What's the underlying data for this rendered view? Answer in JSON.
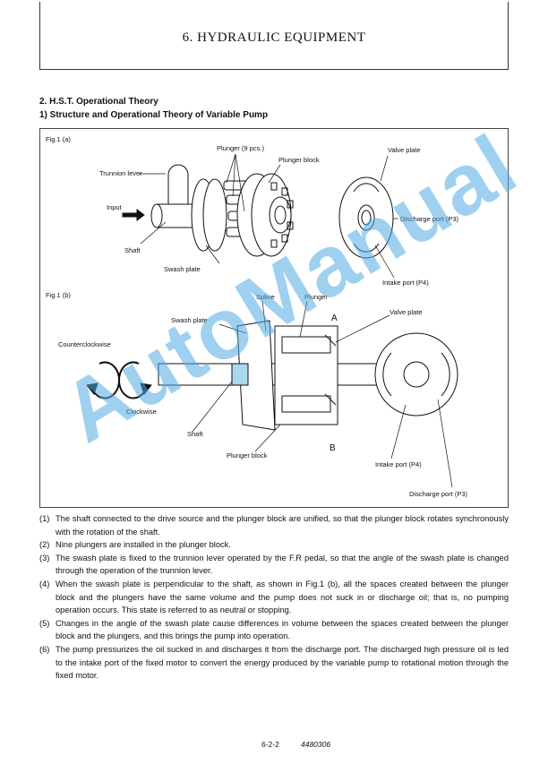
{
  "header": {
    "title": "6. HYDRAULIC EQUIPMENT"
  },
  "section": {
    "title": "2.  H.S.T. Operational Theory",
    "subtitle": "1)  Structure and Operational Theory of Variable Pump"
  },
  "figure_a": {
    "caption": "Fig.1 (a)",
    "labels": {
      "plunger": "Plunger (9 pcs.)",
      "plunger_block": "Plunger block",
      "valve_plate": "Valve plate",
      "trunnion_lever": "Trunnion lever",
      "input": "Input",
      "shaft": "Shaft",
      "swash_plate": "Swash plate",
      "discharge_port": "Discharge port (P3)",
      "intake_port": "Intake port (P4)"
    }
  },
  "figure_b": {
    "caption": "Fig.1 (b)",
    "labels": {
      "spline": "Spline",
      "plunger": "Plunger",
      "swash_plate": "Swash plate",
      "valve_plate": "Valve plate",
      "a": "A",
      "b": "B",
      "counterclockwise": "Counterclockwise",
      "clockwise": "Clockwise",
      "shaft": "Shaft",
      "plunger_block": "Plunger block",
      "intake_port": "Intake port (P4)",
      "discharge_port": "Discharge port (P3)"
    }
  },
  "watermark": "AutoManual",
  "notes": [
    {
      "num": "(1)",
      "text": "The shaft connected to the drive source and the plunger block are unified, so that the plunger block rotates synchronously with the rotation of the shaft."
    },
    {
      "num": "(2)",
      "text": "Nine plungers are installed in the plunger block."
    },
    {
      "num": "(3)",
      "text": "The swash plate is fixed to the trunnion lever operated by the F.R pedal, so that the angle of the swash plate is changed through the operation of the trunnion lever."
    },
    {
      "num": "(4)",
      "text": "When the swash plate is perpendicular to the shaft, as shown in Fig.1 (b), all the spaces created between the plunger block and the plungers have the same volume and the pump does not suck in or discharge oil; that is, no pumping operation occurs. This state is referred to as neutral or stopping."
    },
    {
      "num": "(5)",
      "text": "Changes in the angle of the swash plate cause differences in volume between the spaces created between the plunger block and the plungers, and this brings the pump into operation."
    },
    {
      "num": "(6)",
      "text": "The pump pressurizes the oil sucked in and discharges it from the discharge port. The discharged high pressure oil is led to the intake port of the fixed motor to convert the energy produced by the variable pump to rotational motion through the fixed motor."
    }
  ],
  "footer": {
    "page": "6-2-2",
    "code": "4480306"
  }
}
